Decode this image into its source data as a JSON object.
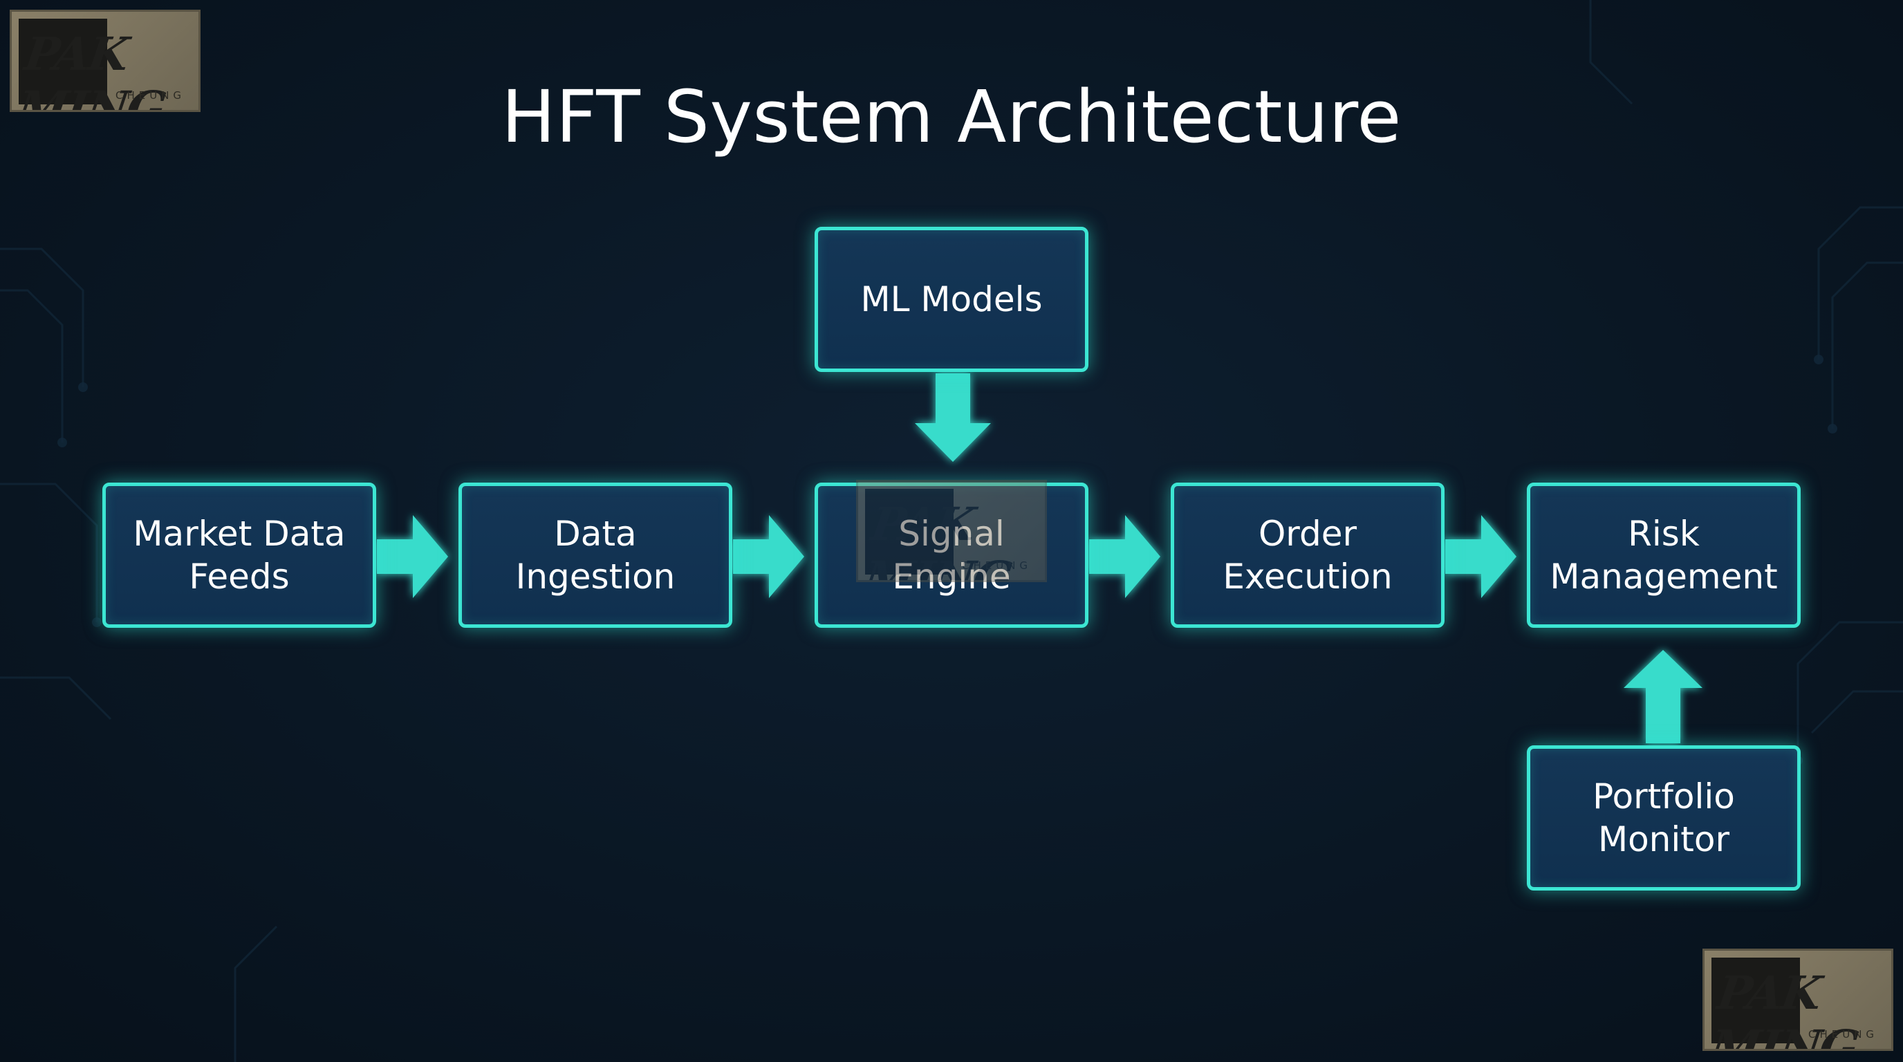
{
  "diagram": {
    "title": "HFT System Architecture",
    "nodes": [
      {
        "id": "market-data-feeds",
        "label": "Market Data\nFeeds"
      },
      {
        "id": "data-ingestion",
        "label": "Data\nIngestion"
      },
      {
        "id": "signal-engine",
        "label": "Signal\nEngine"
      },
      {
        "id": "order-execution",
        "label": "Order\nExecution"
      },
      {
        "id": "risk-management",
        "label": "Risk\nManagement"
      },
      {
        "id": "ml-models",
        "label": "ML Models"
      },
      {
        "id": "portfolio-monitor",
        "label": "Portfolio\nMonitor"
      }
    ],
    "edges": [
      {
        "from": "market-data-feeds",
        "to": "data-ingestion"
      },
      {
        "from": "data-ingestion",
        "to": "signal-engine"
      },
      {
        "from": "signal-engine",
        "to": "order-execution"
      },
      {
        "from": "order-execution",
        "to": "risk-management"
      },
      {
        "from": "ml-models",
        "to": "signal-engine"
      },
      {
        "from": "portfolio-monitor",
        "to": "risk-management"
      }
    ],
    "colors": {
      "accent": "#3ce6d3",
      "box_fill": "#12335a",
      "background": "#0a1724",
      "text": "#ffffff"
    }
  },
  "watermark": {
    "text_main": "PAK MING",
    "text_sub": "CHEUNG"
  }
}
